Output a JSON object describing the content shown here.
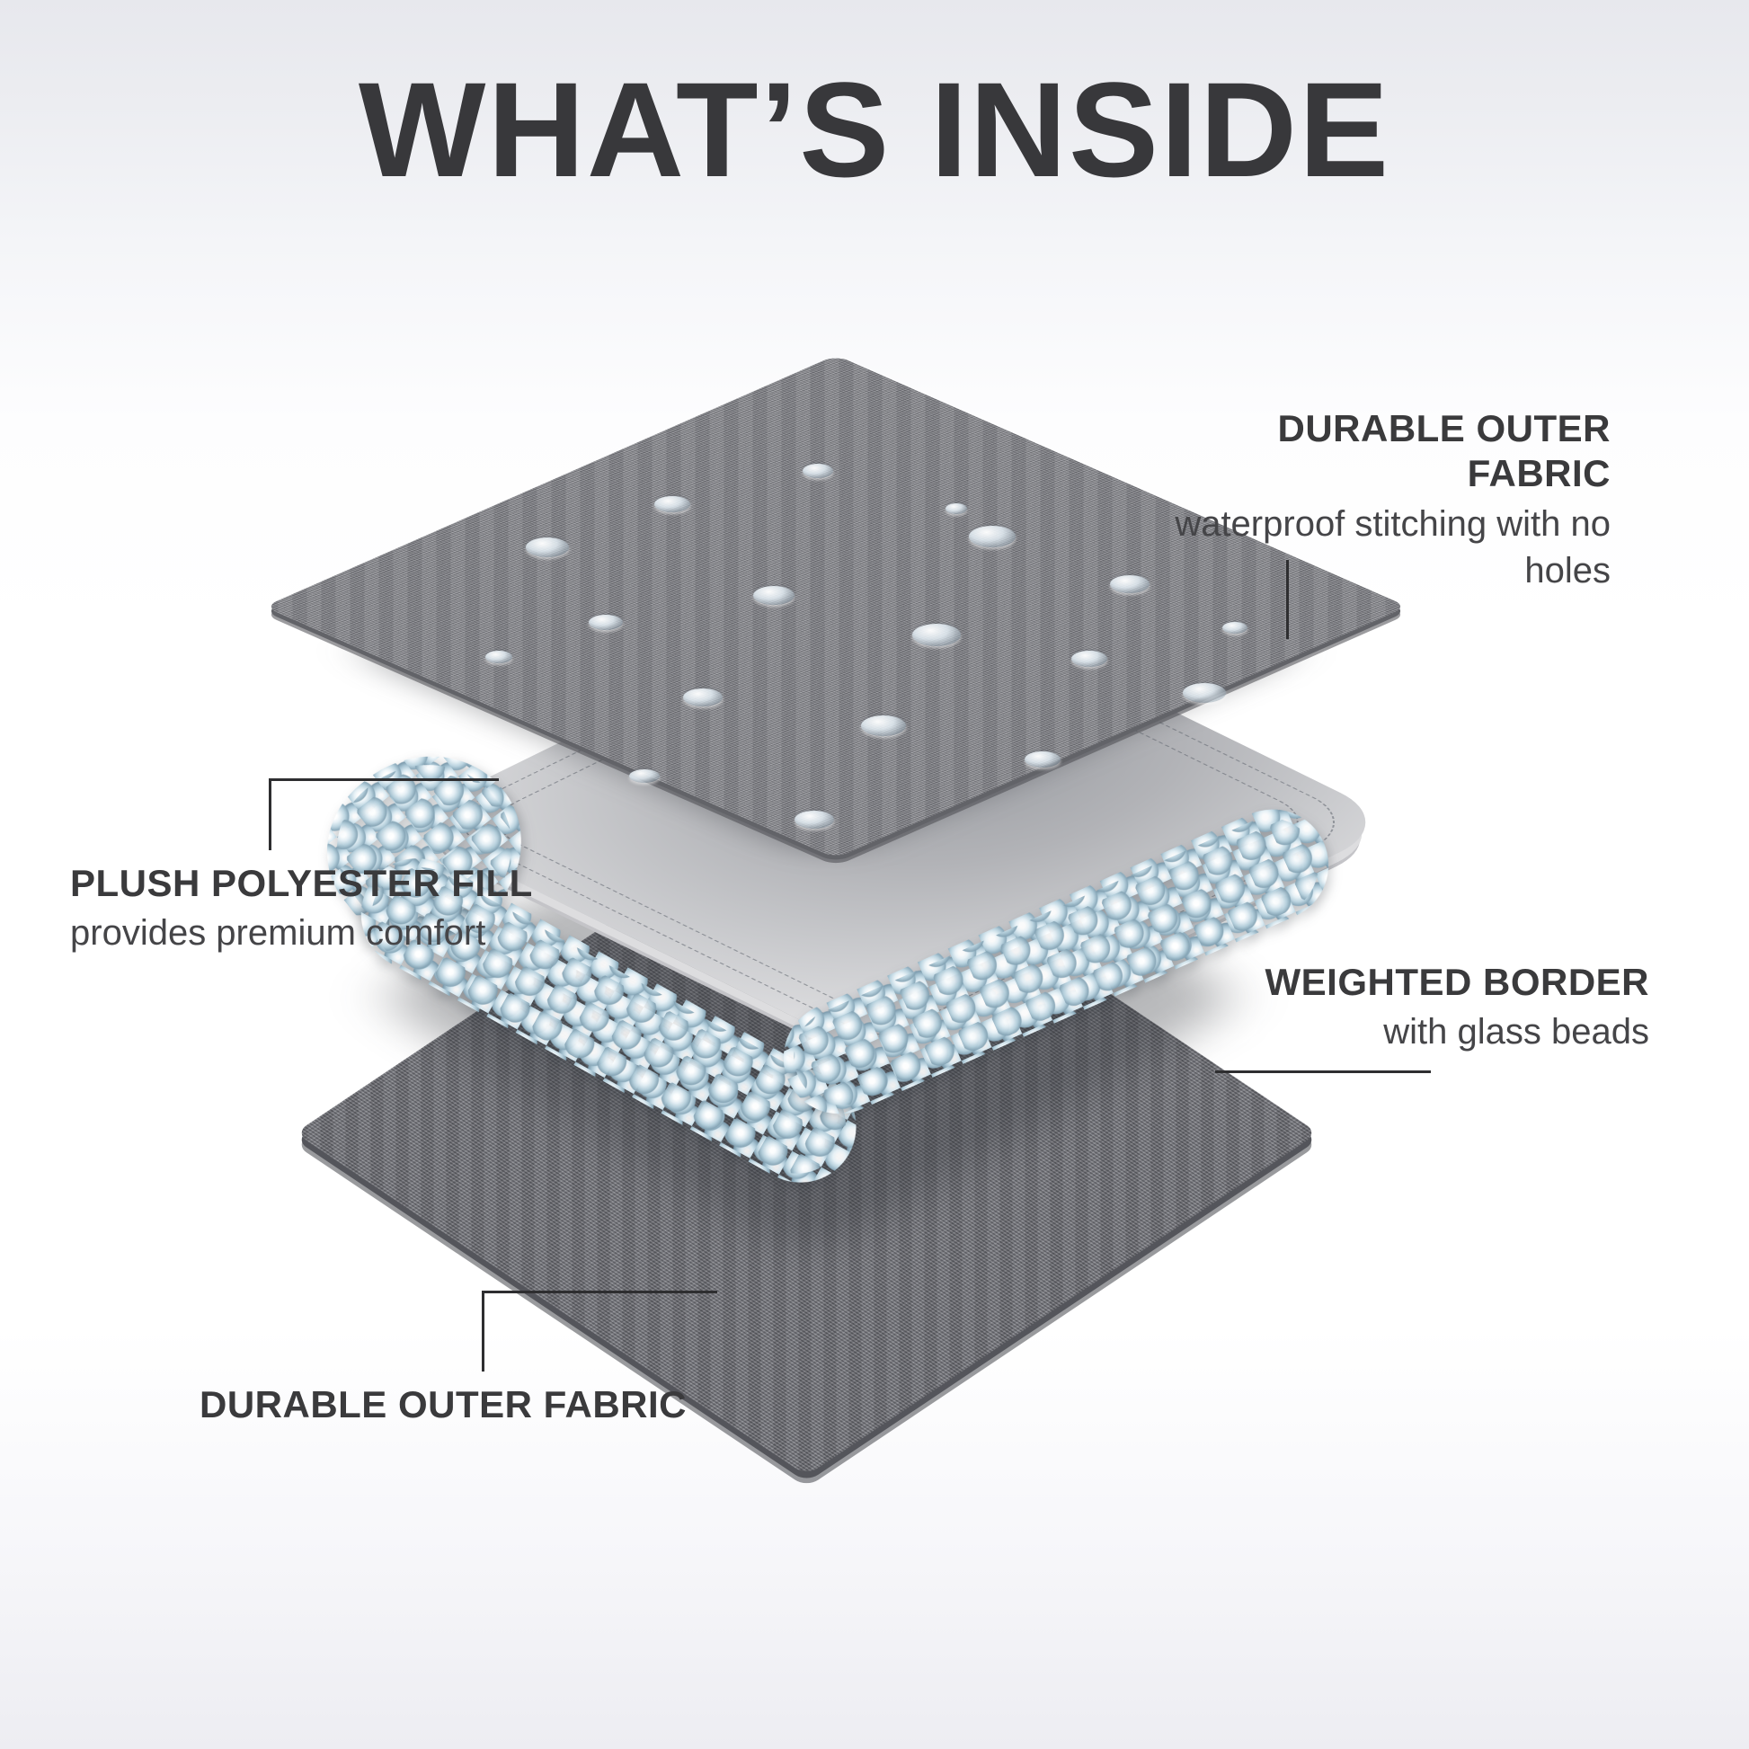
{
  "page": {
    "title": "WHAT’S INSIDE"
  },
  "callouts": {
    "outer_fabric_top": {
      "heading": "DURABLE OUTER FABRIC",
      "description": "waterproof stitching with no holes"
    },
    "polyester_fill": {
      "heading": "PLUSH POLYESTER FILL",
      "description": "provides premium comfort"
    },
    "weighted_border": {
      "heading": "WEIGHTED BORDER",
      "description": "with glass beads"
    },
    "outer_fabric_bottom": {
      "heading": "DURABLE OUTER FABRIC"
    }
  },
  "layers": [
    {
      "name": "durable outer fabric (top)"
    },
    {
      "name": "plush polyester fill"
    },
    {
      "name": "weighted border with glass beads"
    },
    {
      "name": "durable outer fabric (bottom)"
    }
  ],
  "colors": {
    "title_text": "#38383b",
    "body_text": "#3a3a3c",
    "leader_line": "#2e2e30",
    "fabric_gray": "#85868b",
    "bottom_fabric_gray": "#74757b",
    "foam_gray": "#c9cacd",
    "bead_blue": "#a7c4d3",
    "background_top": "#e7e8ed"
  }
}
